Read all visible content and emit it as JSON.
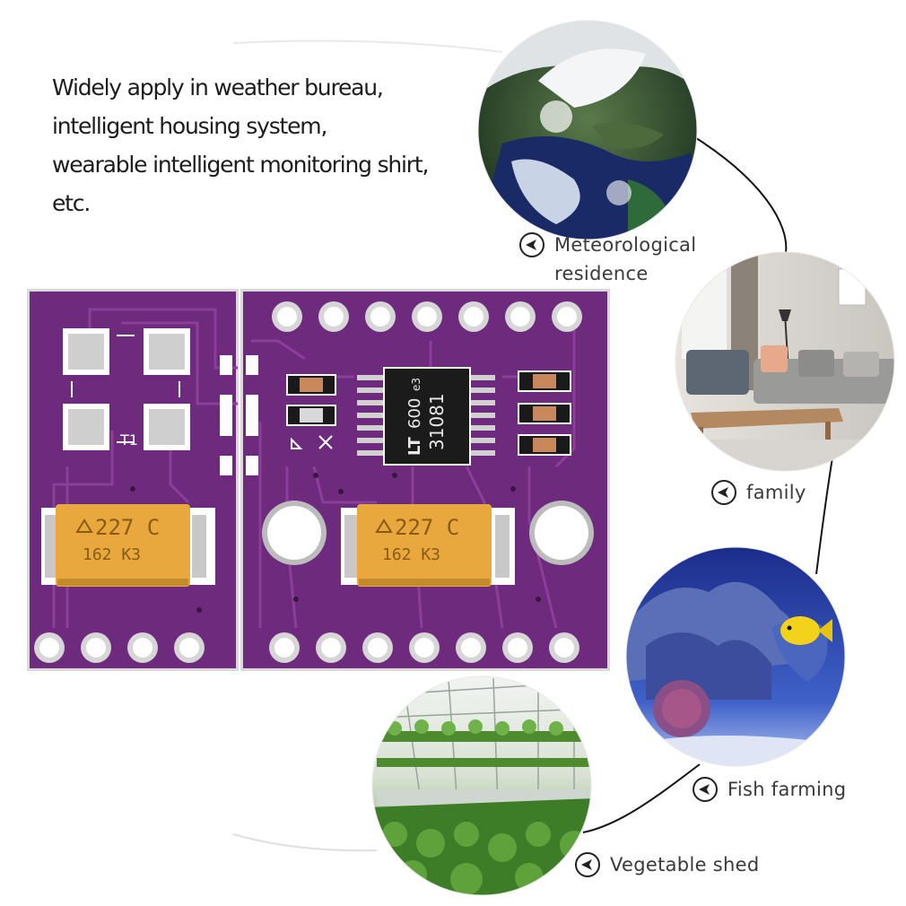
{
  "intro": {
    "lines": [
      "Widely apply in weather bureau,",
      "intelligent housing system,",
      "wearable intelligent monitoring shirt,",
      "etc."
    ]
  },
  "board": {
    "capacitor_left": {
      "line1": "227 C",
      "line2": "162 K3"
    },
    "capacitor_right": {
      "line1": "227 C",
      "line2": "162 K3"
    },
    "chip_brand": "LT",
    "chip_code_a": "600",
    "chip_code_b": "31081",
    "chip_mark": "e3",
    "silk_label": "T1"
  },
  "applications": [
    {
      "label": "Meteorological\nresidence",
      "icon": "chevron-circle-icon"
    },
    {
      "label": "family",
      "icon": "chevron-circle-icon"
    },
    {
      "label": "Fish farming",
      "icon": "chevron-circle-icon"
    },
    {
      "label": "Vegetable shed",
      "icon": "chevron-circle-icon"
    }
  ],
  "colors": {
    "pcb": "#6e2a7c",
    "capacitor": "#e8a83e",
    "connector_line": "#141414"
  }
}
